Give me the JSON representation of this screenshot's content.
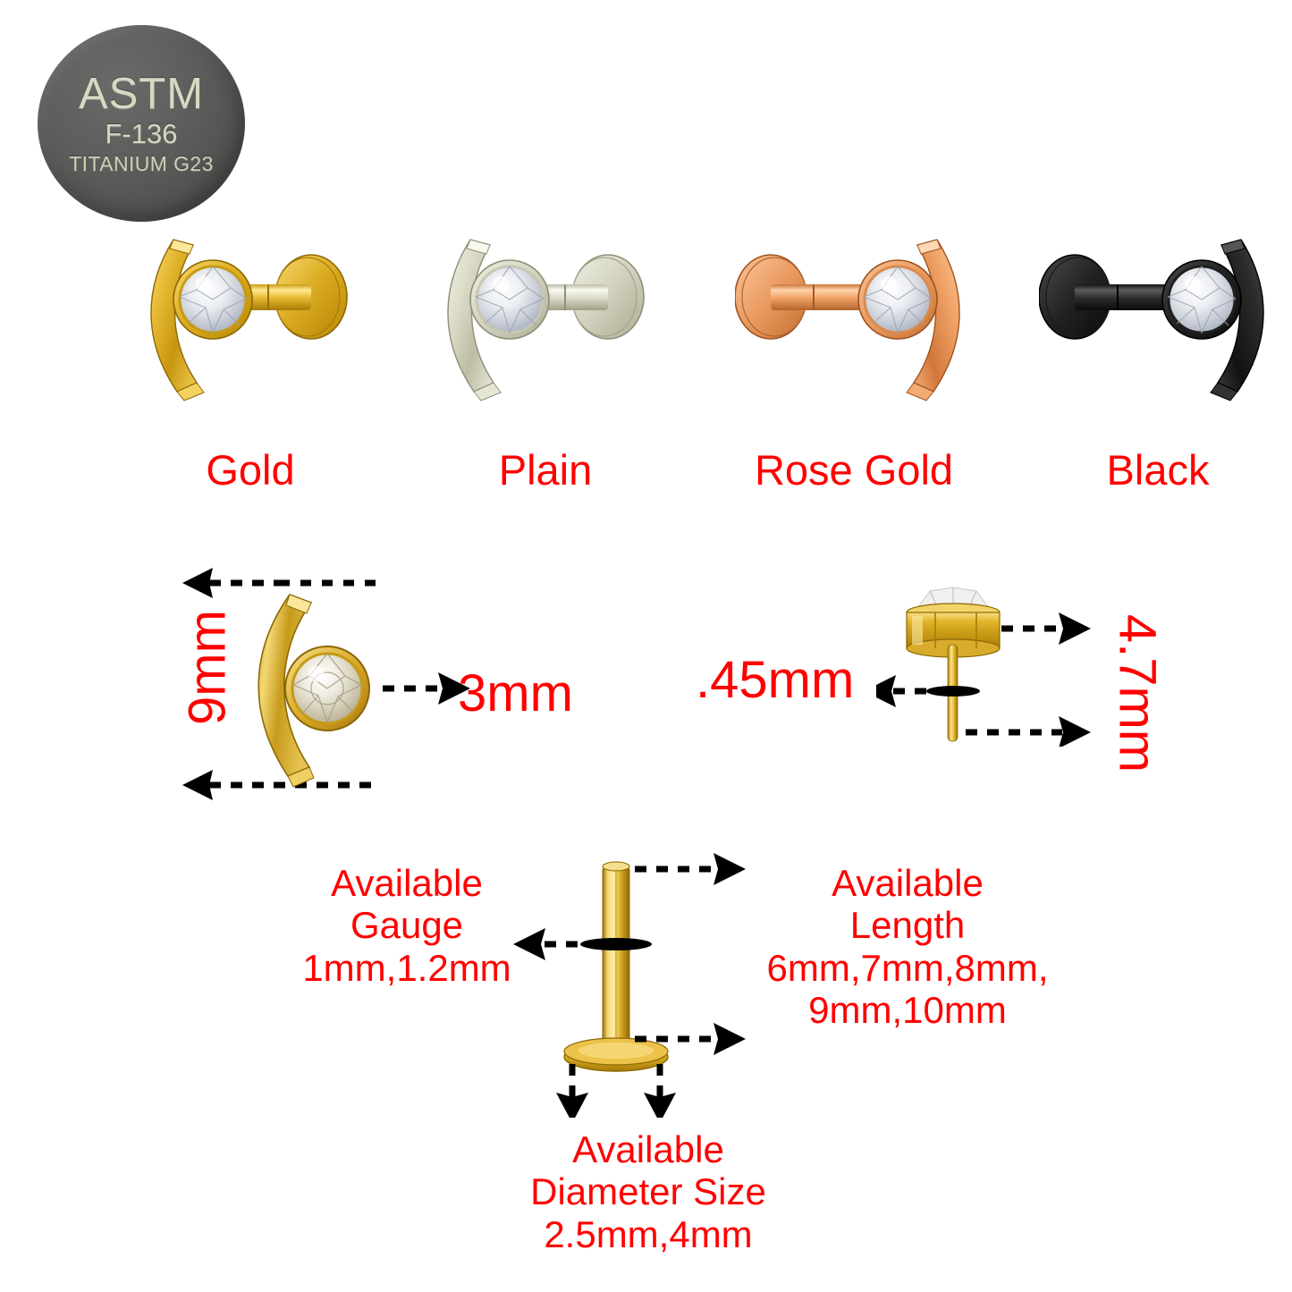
{
  "certification_badge": {
    "name": "astm-badge",
    "line1": "ASTM",
    "line2": "F-136",
    "line3": "TITANIUM G23",
    "badge_color": "#575755",
    "text_color": "#d6d6c0"
  },
  "label_color": "#ff0000",
  "color_variants": [
    {
      "label": "Gold",
      "swatch": "#e0b02a",
      "orientation": "arc-left"
    },
    {
      "label": "Plain",
      "swatch": "#d8d8c4",
      "orientation": "arc-left"
    },
    {
      "label": "Rose Gold",
      "swatch": "#ea9a60",
      "orientation": "arc-right"
    },
    {
      "label": "Black",
      "swatch": "#262626",
      "orientation": "arc-right"
    }
  ],
  "dimensions": {
    "arc_height": "9mm",
    "gem_diameter": "3mm",
    "disc_thickness": ".45mm",
    "head_diameter": "4.7mm"
  },
  "specs": {
    "gauge": {
      "title_line1": "Available",
      "title_line2": "Gauge",
      "values": "1mm,1.2mm"
    },
    "length": {
      "title_line1": "Available",
      "title_line2": "Length",
      "values_line1": "6mm,7mm,8mm,",
      "values_line2": "9mm,10mm"
    },
    "diameter": {
      "title_line1": "Available",
      "title_line2": "Diameter Size",
      "values": "2.5mm,4mm"
    }
  }
}
